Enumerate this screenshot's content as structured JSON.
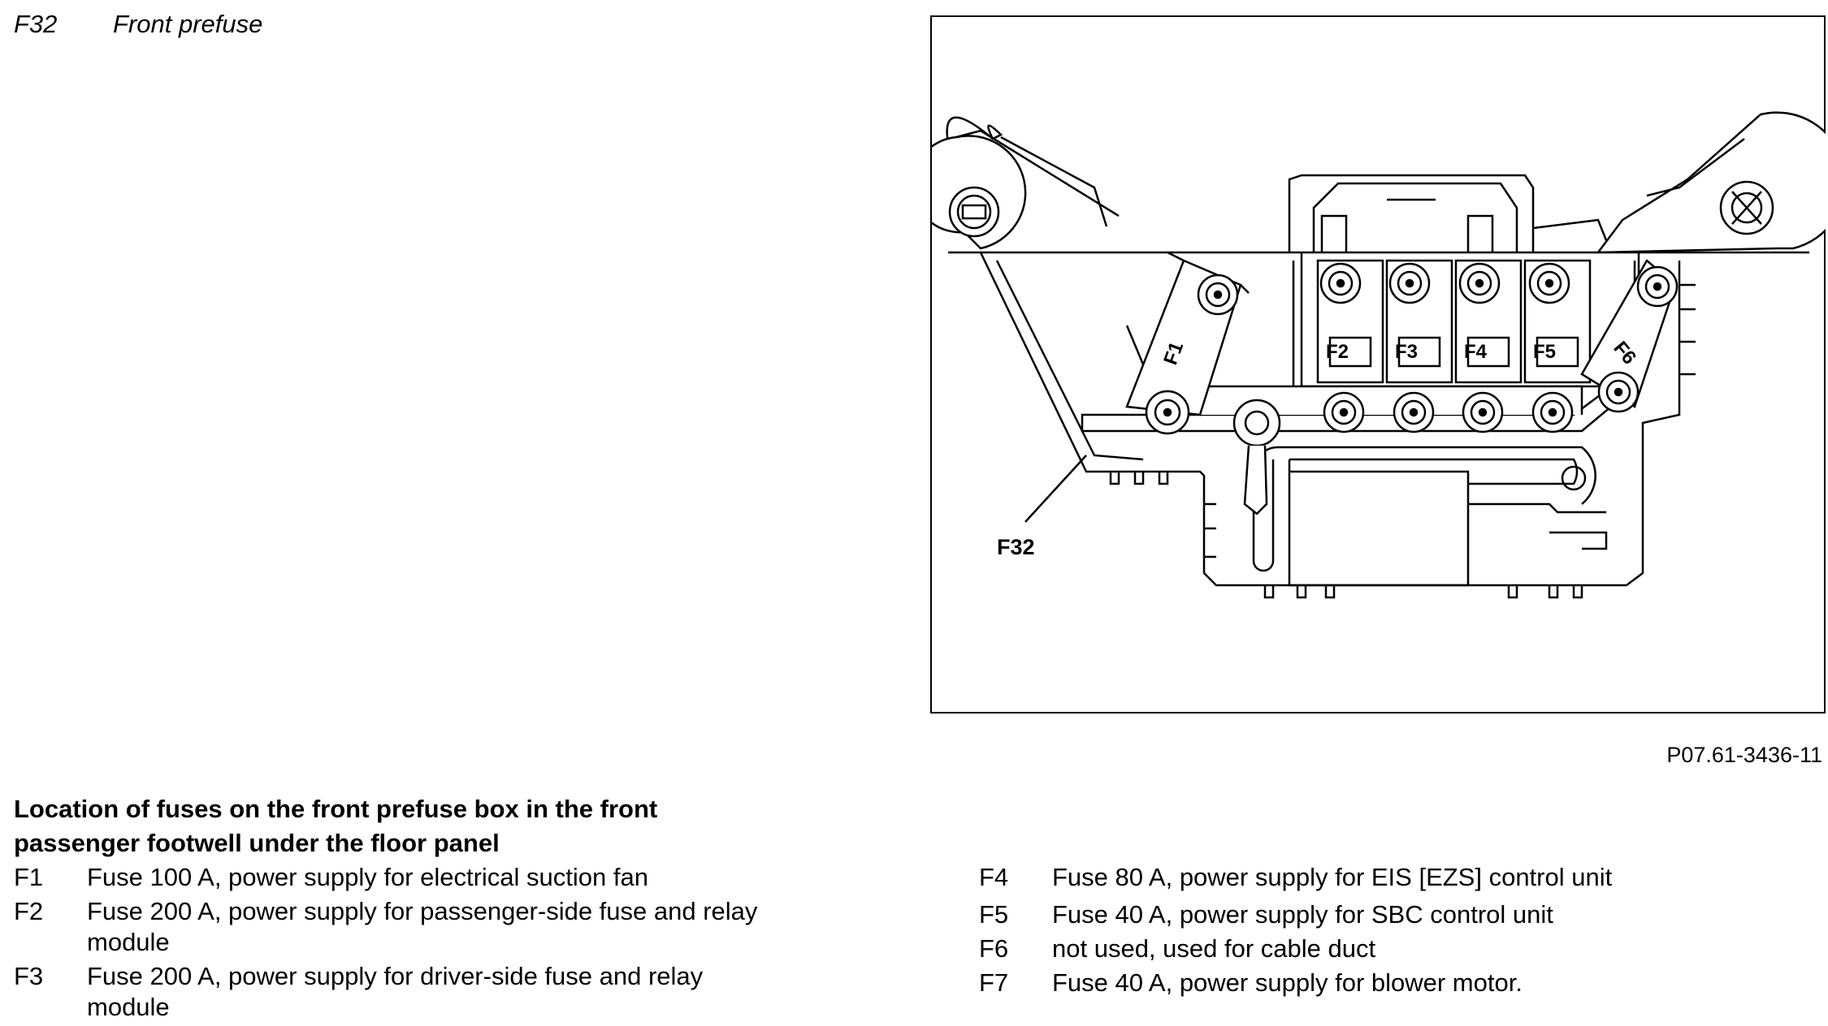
{
  "header": {
    "code": "F32",
    "title": "Front prefuse"
  },
  "figure": {
    "reference": "P07.61-3436-11",
    "labels": {
      "component": "F32",
      "f1": "F1",
      "f2": "F2",
      "f3": "F3",
      "f4": "F4",
      "f5": "F5",
      "f6": "F6"
    }
  },
  "section_title": "Location of fuses on the front prefuse box in the front passenger footwell under the floor panel",
  "fuses_left": [
    {
      "code": "F1",
      "desc": "Fuse 100 A, power supply for electrical suction fan"
    },
    {
      "code": "F2",
      "desc": "Fuse 200 A, power supply for passenger-side fuse and relay module"
    },
    {
      "code": "F3",
      "desc": "Fuse 200 A, power supply for driver-side fuse and relay module"
    }
  ],
  "fuses_right": [
    {
      "code": "F4",
      "desc": "Fuse 80 A, power supply for EIS [EZS] control unit"
    },
    {
      "code": "F5",
      "desc": "Fuse 40 A, power supply for SBC control unit"
    },
    {
      "code": "F6",
      "desc": "not used, used for cable duct"
    },
    {
      "code": "F7",
      "desc": "Fuse 40 A, power supply for blower motor."
    }
  ]
}
